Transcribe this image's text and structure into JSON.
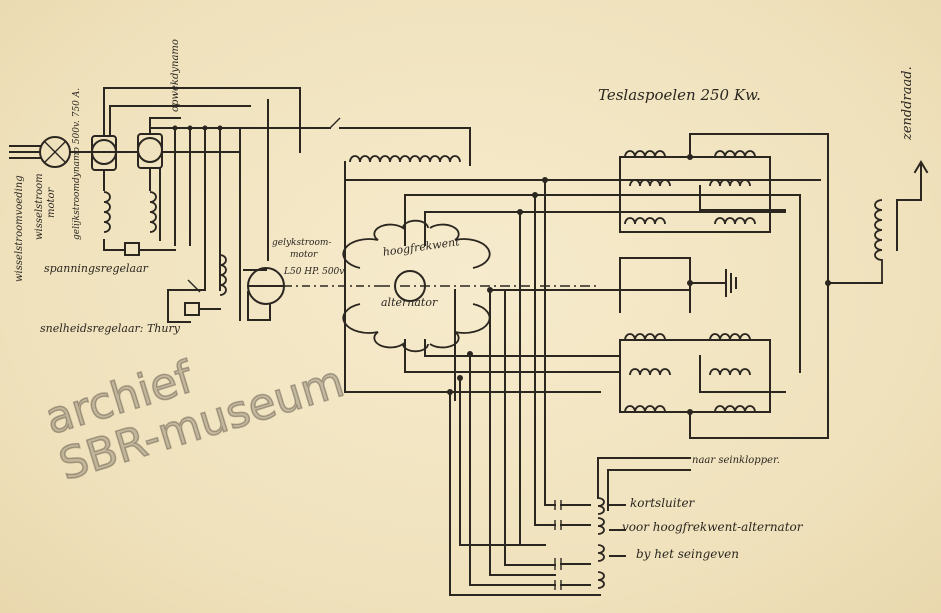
{
  "title": "Teslaspoelen 250 Kw.",
  "labels": {
    "zenddraad": "zenddraad.",
    "wisselstroomvoeding": "wisselstroomvoeding",
    "wisselstroom_motor_1": "wisselstroom",
    "wisselstroom_motor_2": "motor",
    "gelijkstroomdynamo": "gelijkstroomdynamo 500v. 750 A.",
    "opwekdynamo": "opwekdynamo",
    "gelijkstroommotor_1": "gelykstroom-",
    "gelijkstroommotor_2": "motor",
    "gelijkstroommotor_rating": "L50 HP. 500v.",
    "spanningsregelaar": "spanningsregelaar",
    "snelheidsregelaar": "snelheidsregelaar: Thury",
    "hoogfrekwent": "hoogfrekwent",
    "alternator": "alternator",
    "naar_seinklopper": "naar seinklopper.",
    "kortsluiter": "kortsluiter",
    "voor_hoogfrekwent": "voor hoogfrekwent-alternator",
    "bij_het_seingeven": "by het seingeven"
  },
  "watermark": {
    "line1": "archief",
    "line2": "SBR-museum"
  },
  "colors": {
    "paper": "#f2e6c4",
    "ink": "#2b2620",
    "watermark": "#6e645a"
  }
}
